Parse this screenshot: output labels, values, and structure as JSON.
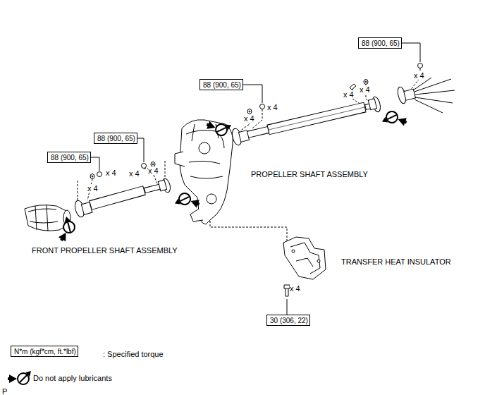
{
  "diagram": {
    "nodes": [
      {
        "text": [
          "88 (900, 65)"
        ]
      },
      {
        "text": [
          "88 (900, 65)"
        ]
      },
      {
        "text": [
          "88 (900, 65)"
        ]
      },
      {
        "text": [
          "88 (900, 65)"
        ]
      },
      {
        "text": [
          "30 (306, 22)"
        ]
      },
      {
        "text": [
          "N*m (kgf*cm, ft.*lbf)"
        ]
      }
    ],
    "labels": [
      "x 4",
      "x 4",
      "x 4",
      "x 4",
      "x 4",
      "PROPELLER SHAFT ASSEMBLY",
      "x 4",
      "x 4",
      "x 4",
      "x 4",
      "FRONT PROPELLER SHAFT ASSEMBLY",
      "TRANSFER HEAT INSULATOR",
      "x 4",
      "P"
    ],
    "legend": [
      {
        "text": ": Specified torque"
      },
      {
        "text": "Do not apply lubricants"
      }
    ]
  }
}
